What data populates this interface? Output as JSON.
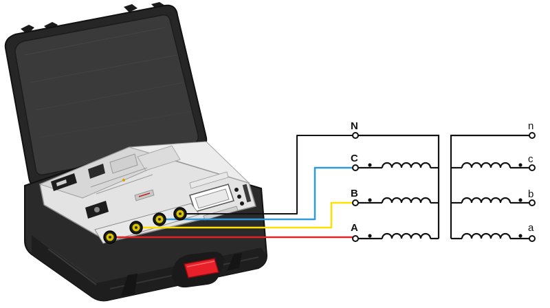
{
  "colors": {
    "phase_a": "#e32322",
    "phase_b": "#ffe000",
    "phase_c": "#2f9ad8",
    "neutral": "#111111",
    "case_body": "#2c2c2c",
    "panel": "#e6e6e6",
    "handle": "#e8202a"
  },
  "primary_terminals": [
    {
      "label": "N",
      "color": "#111111"
    },
    {
      "label": "C",
      "color": "#2f9ad8"
    },
    {
      "label": "B",
      "color": "#ffe000"
    },
    {
      "label": "A",
      "color": "#e32322"
    }
  ],
  "secondary_terminals": [
    {
      "label": "n"
    },
    {
      "label": "c"
    },
    {
      "label": "b"
    },
    {
      "label": "a"
    }
  ],
  "icons": {
    "device": "test-instrument-case",
    "transformer": "three-phase-transformer-windings"
  }
}
